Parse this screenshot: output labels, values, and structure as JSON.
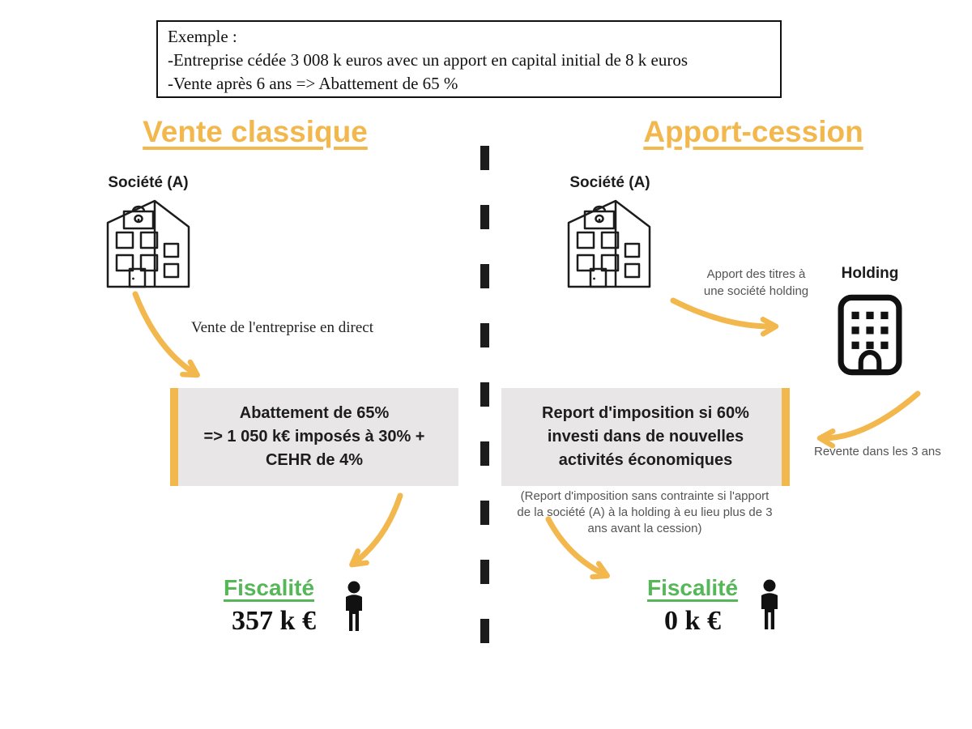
{
  "colors": {
    "accent": "#F2B84E",
    "green": "#56B758",
    "box_bg": "#E8E6E6",
    "gray_text": "#545454",
    "ink": "#1C1C1C"
  },
  "example_box": {
    "lines": [
      "Exemple :",
      "-Entreprise cédée 3 008 k euros avec un apport en capital initial de 8 k euros",
      "-Vente après 6 ans => Abattement de 65 %"
    ]
  },
  "left": {
    "heading": "Vente classique",
    "company_label": "Société (A)",
    "sale_label": "Vente de l'entreprise en direct",
    "box_lines": [
      "Abattement de 65%",
      "=> 1 050 k€ imposés à 30% +",
      "CEHR de 4%"
    ],
    "fiscal_label": "Fiscalité",
    "fiscal_value": "357 k €"
  },
  "right": {
    "heading": "Apport-cession",
    "company_label": "Société (A)",
    "apport_lines": [
      "Apport des titres à",
      "une société holding"
    ],
    "holding_label": "Holding",
    "box_lines": [
      "Report d'imposition si 60%",
      "investi dans de nouvelles",
      "activités économiques"
    ],
    "note_lines": [
      "(Report d'imposition sans contrainte si l'apport",
      "de la société (A) à la holding à eu lieu plus de 3",
      "ans avant la cession)"
    ],
    "revente_label": "Revente dans les 3 ans",
    "fiscal_label": "Fiscalité",
    "fiscal_value": "0 k €"
  },
  "icons": {
    "company_building": "office-building-with-briefcase-icon",
    "holding_building": "holding-building-icon",
    "person": "taxpayer-person-icon",
    "arrows": "hand-drawn-orange-arrow"
  }
}
